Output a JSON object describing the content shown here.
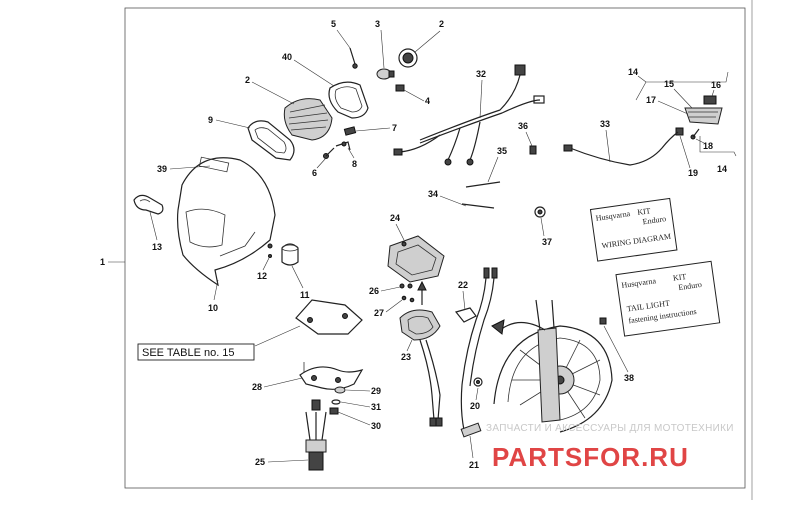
{
  "callouts": {
    "c1": "1",
    "c2a": "2",
    "c2b": "2",
    "c3": "3",
    "c4": "4",
    "c5": "5",
    "c6": "6",
    "c7": "7",
    "c8": "8",
    "c9": "9",
    "c10": "10",
    "c11": "11",
    "c12": "12",
    "c13": "13",
    "c14a": "14",
    "c14b": "14",
    "c15": "15",
    "c16": "16",
    "c17": "17",
    "c18": "18",
    "c19": "19",
    "c20": "20",
    "c21": "21",
    "c22": "22",
    "c23": "23",
    "c24": "24",
    "c25": "25",
    "c26": "26",
    "c27": "27",
    "c28": "28",
    "c29": "29",
    "c30": "30",
    "c31": "31",
    "c32": "32",
    "c33": "33",
    "c34": "34",
    "c35": "35",
    "c36": "36",
    "c37": "37",
    "c38": "38",
    "c39": "39",
    "c40": "40"
  },
  "table_note": "SEE TABLE no. 15",
  "wiring_card": {
    "brand": "Husqvarna",
    "kit": "KIT",
    "kit_name": "Enduro",
    "title": "WIRING DIAGRAM"
  },
  "taillight_card": {
    "brand": "Husqvarna",
    "kit": "KIT",
    "kit_name": "Enduro",
    "line1": "TAIL LIGHT",
    "line2": "fastening instructions"
  },
  "watermark": {
    "top_line": "ЗАПЧАСТИ И АКСЕССУАРЫ ДЛЯ МОТОТЕХНИКИ",
    "brand": "PARTSFOR.RU"
  }
}
